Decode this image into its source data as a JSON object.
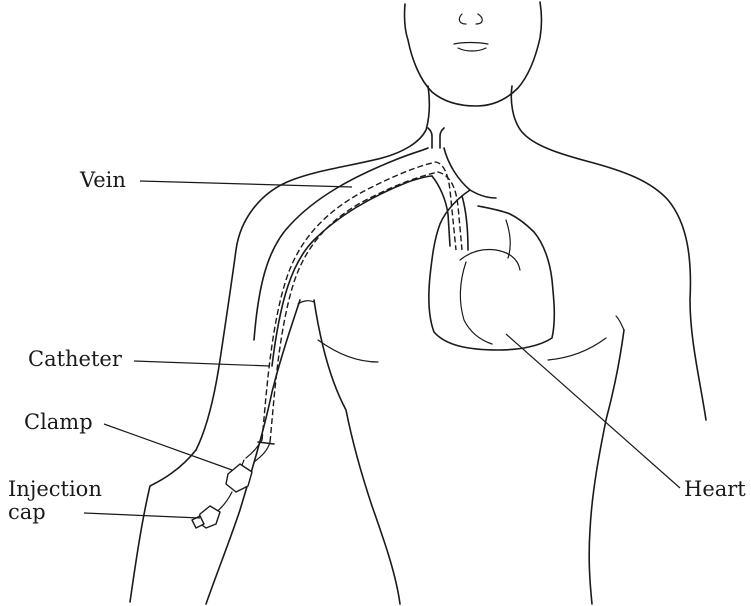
{
  "labels": {
    "vein": "Vein",
    "catheter": "Catheter",
    "clamp": "Clamp",
    "injection_cap_line1": "Injection",
    "injection_cap_line2": "cap",
    "heart": "Heart"
  },
  "colors": {
    "line": "#1a1a1a",
    "background": "#ffffff"
  }
}
